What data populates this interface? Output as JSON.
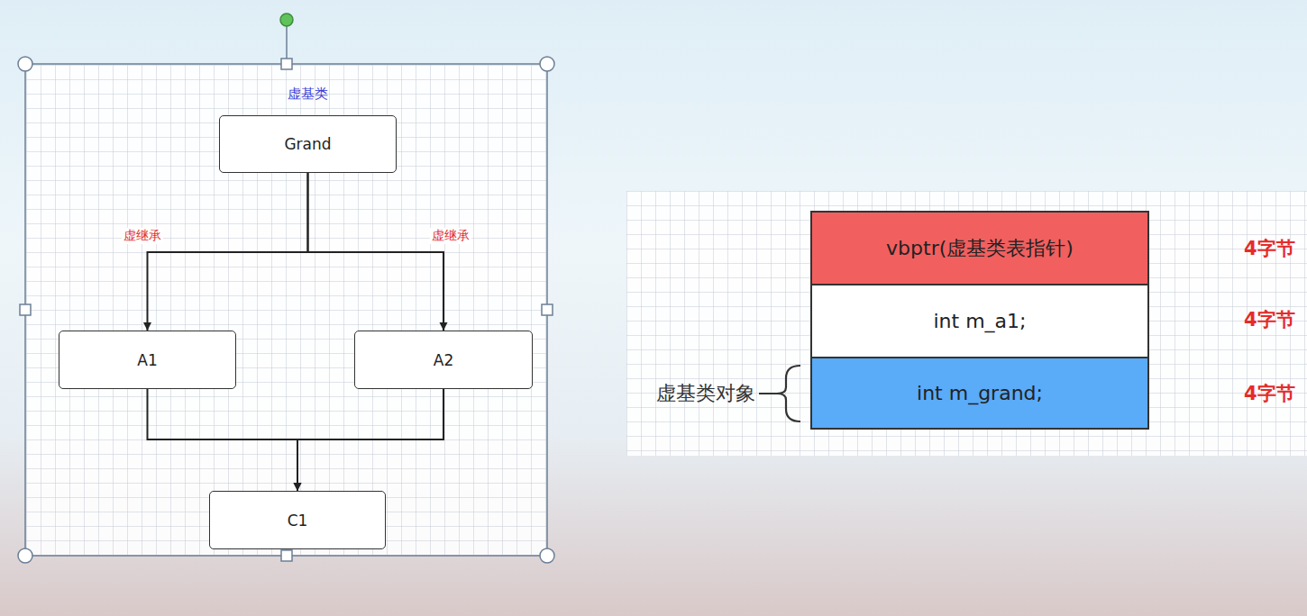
{
  "diagram": {
    "nodes": [
      {
        "text": [
          "虚基类",
          "Grand"
        ]
      },
      {
        "text": [
          "A1"
        ]
      },
      {
        "text": [
          "A2"
        ]
      },
      {
        "text": [
          "C1"
        ]
      },
      {
        "text": [
          "vbptr(虚基类表指针)"
        ]
      },
      {
        "text": [
          "int m_a1;"
        ]
      },
      {
        "text": [
          "int m_grand;"
        ]
      }
    ],
    "edges": [
      {
        "from": 0,
        "to": 1,
        "arrow": "to",
        "label": "虚继承"
      },
      {
        "from": 0,
        "to": 2,
        "arrow": "to",
        "label": "虚继承"
      },
      {
        "from": 1,
        "to": 3,
        "arrow": "to"
      },
      {
        "from": 2,
        "to": 3,
        "arrow": "to"
      }
    ],
    "labels": [
      "4字节",
      "4字节",
      "4字节",
      "虚基类对象"
    ]
  }
}
